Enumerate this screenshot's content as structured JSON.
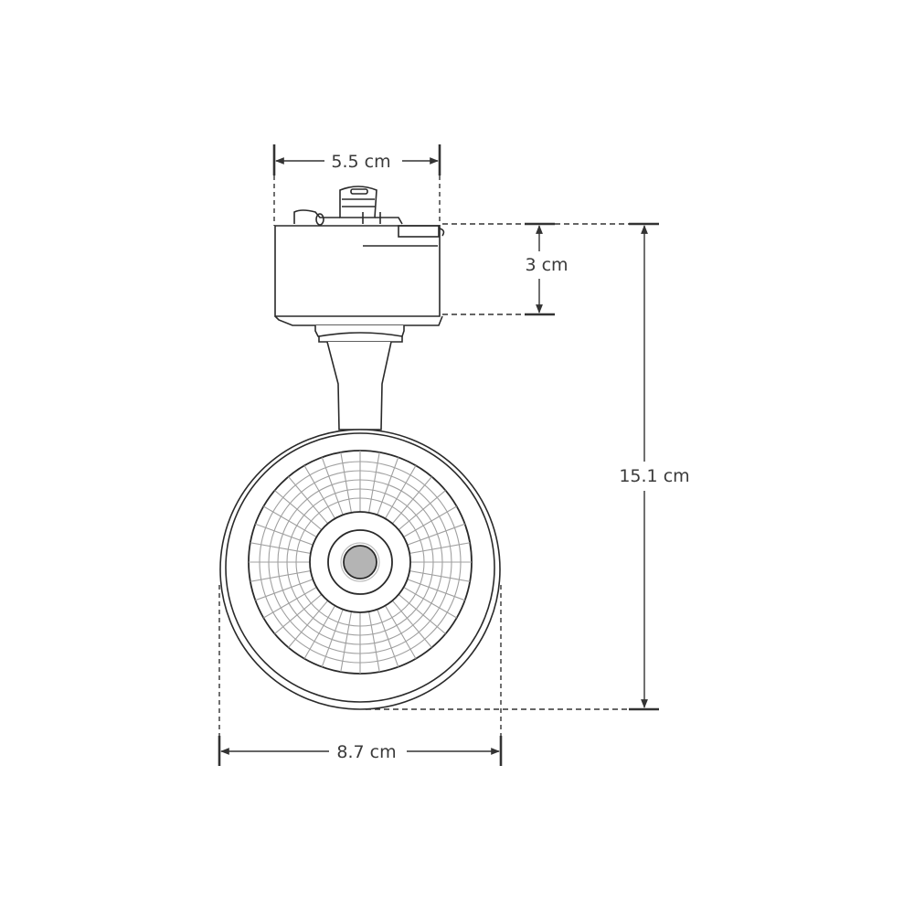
{
  "diagram": {
    "subject": "LED track light fixture, front view",
    "colors": {
      "outline": "#2a2a2a",
      "dimension_line": "#333333",
      "reflector_grid": "#a0a0a0",
      "lens_fill": "#b4b4b4",
      "background": "#ffffff",
      "label_text": "#3a3a3a"
    }
  },
  "dimensions": {
    "top_width": {
      "label": "5.5 cm",
      "value": 5.5,
      "unit": "cm"
    },
    "adapter_height": {
      "label": "3 cm",
      "value": 3,
      "unit": "cm"
    },
    "total_height": {
      "label": "15.1 cm",
      "value": 15.1,
      "unit": "cm"
    },
    "head_diameter": {
      "label": "8.7 cm",
      "value": 8.7,
      "unit": "cm"
    }
  }
}
